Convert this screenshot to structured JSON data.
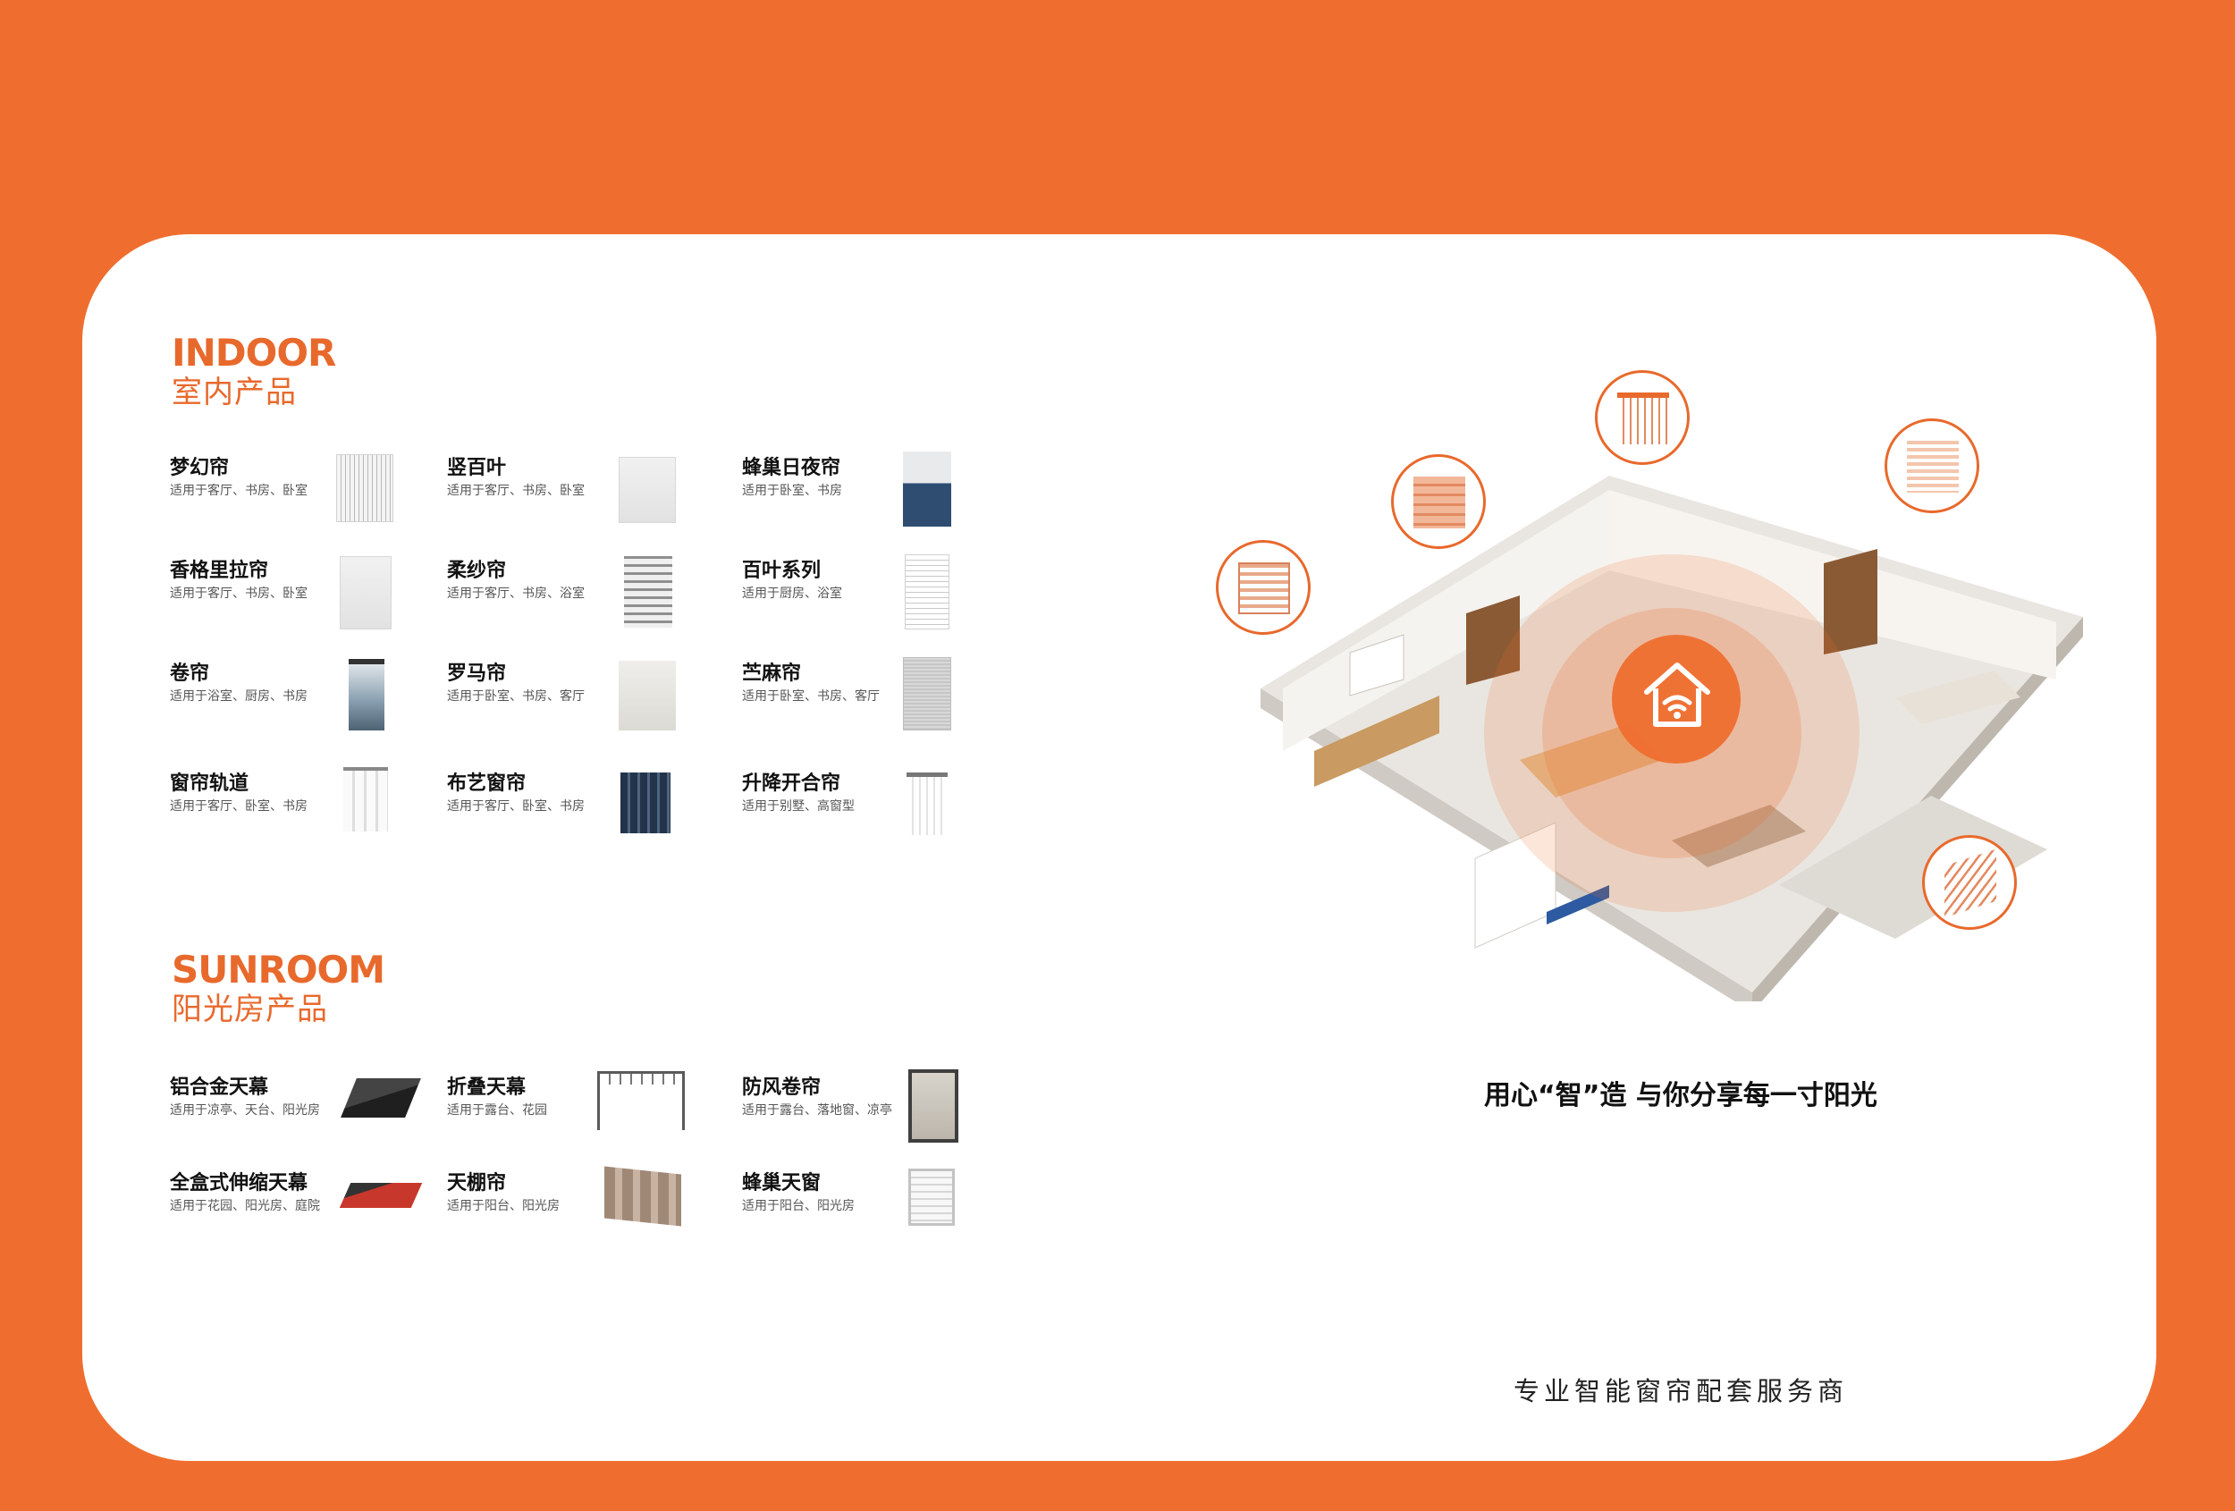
{
  "indoor": {
    "title_en": "INDOOR",
    "title_zh": "室内产品",
    "items": [
      {
        "name": "梦幻帘",
        "use": "适用于客厅、书房、卧室",
        "thumb": "vertical-sheer-curtain"
      },
      {
        "name": "竖百叶",
        "use": "适用于客厅、书房、卧室",
        "thumb": "vertical-blind"
      },
      {
        "name": "蜂巢日夜帘",
        "use": "适用于卧室、书房",
        "thumb": "cellular-day-night-shade"
      },
      {
        "name": "香格里拉帘",
        "use": "适用于客厅、书房、卧室",
        "thumb": "shangri-la-shade"
      },
      {
        "name": "柔纱帘",
        "use": "适用于客厅、书房、浴室",
        "thumb": "zebra-shade"
      },
      {
        "name": "百叶系列",
        "use": "适用于厨房、浴室",
        "thumb": "venetian-blind"
      },
      {
        "name": "卷帘",
        "use": "适用于浴室、厨房、书房",
        "thumb": "roller-blind"
      },
      {
        "name": "罗马帘",
        "use": "适用于卧室、书房、客厅",
        "thumb": "roman-shade"
      },
      {
        "name": "苎麻帘",
        "use": "适用于卧室、书房、客厅",
        "thumb": "linen-shade"
      },
      {
        "name": "窗帘轨道",
        "use": "适用于客厅、卧室、书房",
        "thumb": "curtain-track"
      },
      {
        "name": "布艺窗帘",
        "use": "适用于客厅、卧室、书房",
        "thumb": "fabric-curtain"
      },
      {
        "name": "升降开合帘",
        "use": "适用于别墅、高窗型",
        "thumb": "lift-curtain"
      }
    ]
  },
  "sunroom": {
    "title_en": "SUNROOM",
    "title_zh": "阳光房产品",
    "items": [
      {
        "name": "铝合金天幕",
        "use": "适用于凉亭、天台、阳光房",
        "thumb": "aluminum-awning"
      },
      {
        "name": "折叠天幕",
        "use": "适用于露台、花园",
        "thumb": "folding-pergola"
      },
      {
        "name": "防风卷帘",
        "use": "适用于露台、落地窗、凉亭",
        "thumb": "windproof-screen"
      },
      {
        "name": "全盒式伸缩天幕",
        "use": "适用于花园、阳光房、庭院",
        "thumb": "cassette-awning"
      },
      {
        "name": "天棚帘",
        "use": "适用于阳台、阳光房",
        "thumb": "canopy-shade"
      },
      {
        "name": "蜂巢天窗",
        "use": "适用于阳台、阳光房",
        "thumb": "cellular-skylight"
      }
    ]
  },
  "illustration": {
    "center_icon": "smart-home-wifi-icon",
    "floating_icons": [
      "venetian-blind-icon",
      "roman-shade-icon",
      "vertical-blind-icon",
      "horizontal-blind-icon",
      "skylight-awning-icon"
    ]
  },
  "slogan": "用心“智”造 与你分享每一寸阳光",
  "tagline": "专业智能窗帘配套服务商",
  "colors": {
    "brand": "#EF6E2F",
    "heading": "#E8692C",
    "panel": "#FFFFFF"
  }
}
